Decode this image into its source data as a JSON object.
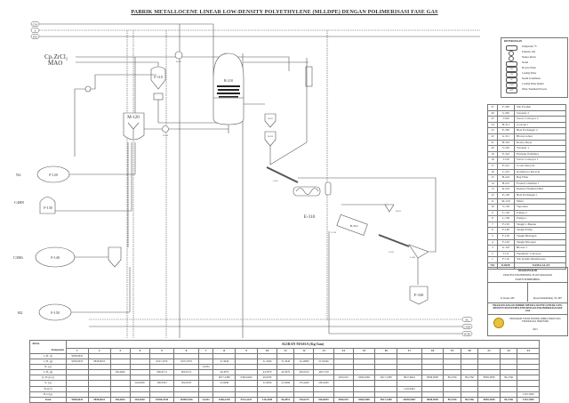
{
  "title": "PABRIK METALLOCENE LINEAR LOW-DENSITY POLYETHYLENE (MLLDPE) DENGAN POLIMERISASI FASE GAS",
  "utilities_in": [
    "CW",
    "S",
    "PW"
  ],
  "utilities_out": [
    "SC",
    "CWR",
    "WTP"
  ],
  "feeds": {
    "catalyst": "Cp₂ZrCl₂",
    "cocatalyst": "MAO",
    "n2": "N2",
    "c4h8": "C4H8",
    "c3h6": "C3H6",
    "h2": "H2"
  },
  "equipment_labels": {
    "f110": "F-110",
    "r210": "R-210",
    "m120": "M-120",
    "f120": "F-120",
    "f130": "F-130",
    "f140": "F-140",
    "f150": "F-150",
    "e310": "E-310",
    "b310": "B-310",
    "f330": "F-330",
    "e221": "E-221",
    "e120": "E-120",
    "j310": "J-310",
    "j320": "J-320",
    "h311": "H-311",
    "s310": "S-310",
    "s320": "S-320",
    "h221": "H-221",
    "h222": "H-222"
  },
  "legend": {
    "title": "KETERANGAN",
    "items": [
      {
        "symbol": "",
        "label": "Temperatur, °C"
      },
      {
        "symbol": "",
        "label": "Tekanan, atm"
      },
      {
        "symbol": "",
        "label": "Nomor Aliran"
      },
      {
        "symbol": "",
        "label": "Steam"
      },
      {
        "symbol": "PW",
        "label": "Process Water"
      },
      {
        "symbol": "CW",
        "label": "Cooling Water"
      },
      {
        "symbol": "SC",
        "label": "Steam Condensate"
      },
      {
        "symbol": "CWR",
        "label": "Cooling Water Return"
      },
      {
        "symbol": "WTP",
        "label": "Water Treatment Process"
      }
    ]
  },
  "equipment_list": {
    "header": {
      "no": "NO",
      "code": "KODE",
      "name": "NAMA ALAT"
    },
    "rows": [
      [
        "27",
        "F-330",
        "Silo Produk"
      ],
      [
        "26",
        "S-320",
        "Screener 2"
      ],
      [
        "25",
        "J-320",
        "Screw Conveyor 2"
      ],
      [
        "24",
        "H-311",
        "Cyclone 1"
      ],
      [
        "23",
        "E-320",
        "Heat Exchanger 2"
      ],
      [
        "22",
        "G-311",
        "Blower udara"
      ],
      [
        "21",
        "B-310",
        "Rotary Dryer"
      ],
      [
        "20",
        "S-310",
        "Screener 1"
      ],
      [
        "19",
        "E-310",
        "Extruder Pelletizer"
      ],
      [
        "18",
        "J-310",
        "Screw Conveyor 1"
      ],
      [
        "17",
        "E-221",
        "Cooler Recycle"
      ],
      [
        "16",
        "C-221",
        "Kompresor Recycle"
      ],
      [
        "15",
        "H-222",
        "Bag Filter"
      ],
      [
        "14",
        "H-221",
        "Product Chamber 1"
      ],
      [
        "13",
        "R-210",
        "Reaktor Fluidized Bed"
      ],
      [
        "12",
        "E-120",
        "Heat Exchanger 1"
      ],
      [
        "11",
        "M-120",
        "Mixer"
      ],
      [
        "10",
        "V-150",
        "Vaporizer"
      ],
      [
        "9",
        "L-150",
        "Pompa 2"
      ],
      [
        "8",
        "L-130",
        "Pompa 1"
      ],
      [
        "7",
        "F-150",
        "Tangki 1-Butena"
      ],
      [
        "6",
        "F-140",
        "Tangki Etilen"
      ],
      [
        "5",
        "F-130",
        "Tangki Hidrogen"
      ],
      [
        "4",
        "F-120",
        "Tangki Nitrogen"
      ],
      [
        "3",
        "G-110",
        "Blower 1"
      ],
      [
        "2",
        "J-111",
        "Pneumatic Conveyor"
      ],
      [
        "1",
        "F-110",
        "Silo Katalis Metallocene"
      ]
    ]
  },
  "title_block": {
    "heading": "DIAGRAM ALIR",
    "subheading": "PROCESS ENGINEERING FLOW DIAGRAM",
    "dosen": "DOSEN PEMBIMBING",
    "author_1": "Ir. Dosen, MT.",
    "author_2": "Dosen Pembimbing, ST, MT.",
    "doc_title": "PRA RANCANGAN PABRIK METALLOCENE LINEAR LOW-DENSITY POLYETHYLENE DENGAN POLIMERISASI FASE GAS",
    "institution": "PROGRAM STUDI TEKNIK KIMIA FAKULTAS TEKNOLOGI INDUSTRI",
    "year": "2021"
  },
  "mass_table": {
    "corner_top": "Aliran",
    "corner_bottom": "Komponen",
    "title": "ALIRAN MASSA (Kg/Jam)",
    "streams": [
      "1",
      "2",
      "3",
      "4",
      "5",
      "6",
      "7",
      "8",
      "9",
      "10",
      "11",
      "12",
      "13",
      "14",
      "15",
      "16",
      "17",
      "18",
      "19",
      "20",
      "21",
      "22",
      "23"
    ],
    "rows": [
      {
        "component": "C₂H₄ (l)",
        "values": [
          "9858,6633",
          "",
          "",
          "",
          "",
          "",
          "",
          "",
          "",
          "",
          "",
          "",
          "",
          "",
          "",
          "",
          "",
          "",
          "",
          "",
          "",
          "",
          ""
        ]
      },
      {
        "component": "C₂H₄ (g)",
        "values": [
          "9858,6633",
          "9858,6633",
          "",
          "",
          "9197,2976",
          "9197,2976",
          "",
          "31,3946",
          "",
          "31,3946",
          "31,3946",
          "141,8680",
          "313,9946",
          "",
          "",
          "",
          "",
          "",
          "",
          "",
          "",
          "",
          ""
        ]
      },
      {
        "component": "H₂ (g)",
        "values": [
          "",
          "",
          "",
          "",
          "",
          "",
          "3,4332",
          "",
          "",
          "",
          "",
          "",
          "",
          "",
          "",
          "",
          "",
          "",
          "",
          "",
          "",
          "",
          ""
        ]
      },
      {
        "component": "C₄H₈ (g)",
        "values": [
          "",
          "",
          "430,4842",
          "",
          "900,6174",
          "900,6174",
          "",
          "44,3079",
          "",
          "44,3079",
          "44,3079",
          "436,6254",
          "449,7310",
          "",
          "",
          "",
          "",
          "",
          "",
          "",
          "",
          "",
          ""
        ]
      },
      {
        "component": "(C₂H₄)n (s)",
        "values": [
          "",
          "",
          "",
          "",
          "",
          "",
          "",
          "9017,2388",
          "9366,9469",
          "49,0939",
          "",
          "",
          "",
          "4050,919",
          "9366,9469",
          "9017,2388",
          "8927,6604",
          "8838,3838",
          "89,2766",
          "89,2766",
          "8838,3838",
          "89,2766",
          ""
        ]
      },
      {
        "component": "N₂ (g)",
        "values": [
          "",
          "",
          "",
          "204,4930",
          "300,0503",
          "300,0503",
          "",
          "21,8496",
          "",
          "21,8496",
          "21,8496",
          "135,4460",
          "200,4930",
          "",
          "",
          "",
          "",
          "",
          "",
          "",
          "",
          "",
          ""
        ]
      },
      {
        "component": "H₂O (l)",
        "values": [
          "",
          "",
          "",
          "",
          "",
          "",
          "",
          "",
          "",
          "",
          "",
          "",
          "",
          "",
          "",
          "",
          "1110,9363",
          "",
          "",
          "",
          "",
          "",
          ""
        ]
      },
      {
        "component": "H₂O (g)",
        "values": [
          "",
          "",
          "",
          "",
          "",
          "",
          "",
          "",
          "",
          "",
          "",
          "",
          "",
          "",
          "",
          "",
          "",
          "",
          "",
          "",
          "",
          "",
          "1193,7069"
        ]
      },
      {
        "component": "Total",
        "values": [
          "9858,6633",
          "9858,6633",
          "430,4842",
          "204,4930",
          "10398,3536",
          "10398,3536",
          "3,4332",
          "9166,3418",
          "9513,2437",
          "139,2500",
          "96,4051",
          "730,6275",
          "946,8039",
          "4050,919",
          "9366,9469",
          "9017,2388",
          "10038,5967",
          "8838,3838",
          "89,2766",
          "89,2766",
          "8838,3838",
          "89,2766",
          "1193,7069"
        ]
      }
    ]
  }
}
